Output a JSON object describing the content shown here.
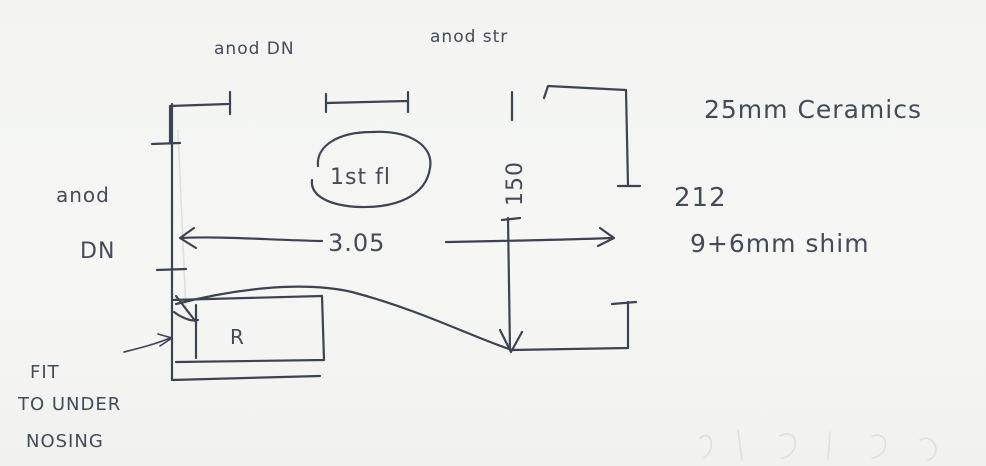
{
  "diagram": {
    "labels": {
      "top_left": "anod DN",
      "top_center": "anod str",
      "left": "anod",
      "left_second": "DN",
      "note": "1st fl",
      "dimension": "3.05",
      "stair_vertical": "150",
      "right_1": "25mm Ceramics",
      "right_2": "212",
      "right_3": "9+6mm shim",
      "box": "R",
      "fit_1": "FIT",
      "fit_2": "TO UNDER",
      "fit_3": "NOSING"
    }
  }
}
